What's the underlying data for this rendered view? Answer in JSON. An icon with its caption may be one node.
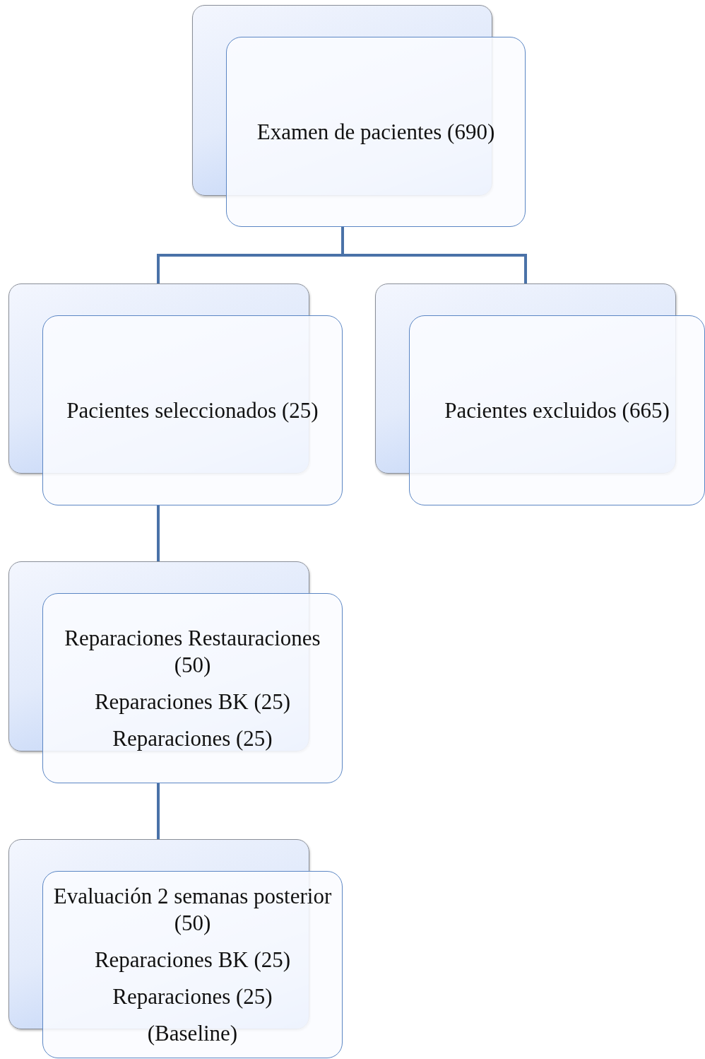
{
  "diagram": {
    "nodes": [
      {
        "text": [
          "Examen de pacientes (690)"
        ]
      },
      {
        "text": [
          "Pacientes seleccionados (25)"
        ]
      },
      {
        "text": [
          "Pacientes excluidos (665)"
        ]
      },
      {
        "text": [
          "Reparaciones Restauraciones (50)",
          "Reparaciones BK (25)",
          "Reparaciones (25)"
        ]
      },
      {
        "text": [
          "Evaluación 2 semanas posterior (50)",
          "Reparaciones BK (25)",
          "Reparaciones (25)",
          "(Baseline)"
        ]
      }
    ],
    "edges": [
      {
        "from": 0,
        "to": 1,
        "arrow": "none"
      },
      {
        "from": 0,
        "to": 2,
        "arrow": "none"
      },
      {
        "from": 1,
        "to": 3,
        "arrow": "none"
      },
      {
        "from": 3,
        "to": 4,
        "arrow": "none"
      }
    ]
  }
}
